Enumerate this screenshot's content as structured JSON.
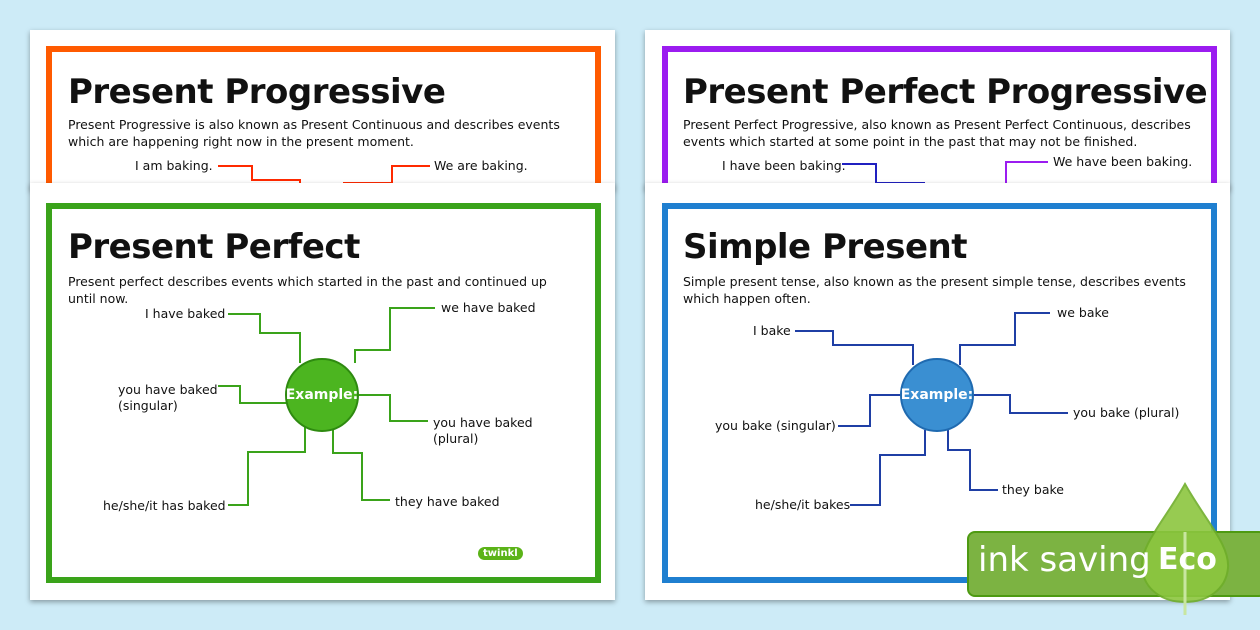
{
  "cards": {
    "progressive": {
      "title": "Present Progressive",
      "desc": "Present Progressive is also known as Present Continuous and describes events which are happening right now in the present moment.",
      "examples": [
        "I am baking.",
        "We are baking."
      ],
      "color": "#ff5a00"
    },
    "perfect_progressive": {
      "title": "Present Perfect Progressive",
      "desc": "Present Perfect Progressive, also known as Present Perfect Continuous, describes events which started at some point in the past that may not be finished.",
      "examples": [
        "I have been baking.",
        "We have been baking."
      ],
      "color": "#9b1cf0"
    },
    "perfect": {
      "title": "Present Perfect",
      "desc": "Present perfect describes events which started in the past and continued up until now.",
      "center": "Example:",
      "examples": [
        "I have baked",
        "we have baked",
        "you have baked\n(singular)",
        "you have baked\n(plural)",
        "he/she/it has baked",
        "they have baked"
      ],
      "color": "#3aa31a",
      "logo": "twinkl"
    },
    "simple": {
      "title": "Simple Present",
      "desc": "Simple present tense, also known as the present simple tense, describes events which happen often.",
      "center": "Example:",
      "examples": [
        "I bake",
        "we bake",
        "you bake (singular)",
        "you bake (plural)",
        "he/she/it bakes",
        "they bake"
      ],
      "color": "#1f7fd0"
    }
  },
  "badge": {
    "text": "ink saving",
    "eco": "Eco",
    "color": "#7cb342"
  }
}
